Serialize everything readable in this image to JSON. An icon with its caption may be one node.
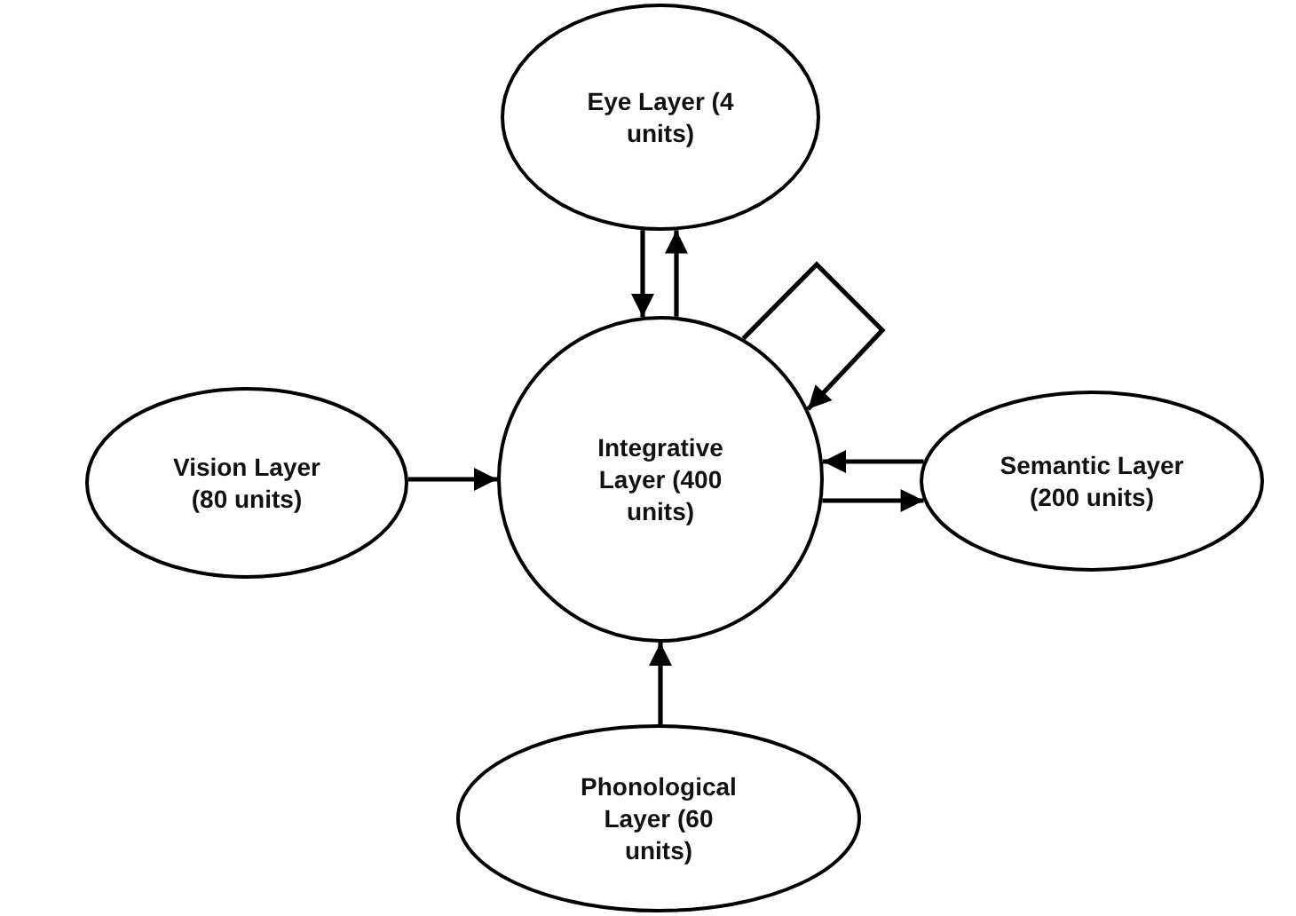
{
  "diagram": {
    "nodes": [
      {
        "text": [
          "Eye Layer (4 units)"
        ]
      },
      {
        "text": [
          "Vision Layer (80 units)"
        ]
      },
      {
        "text": [
          "Integrative Layer (400 units)"
        ]
      },
      {
        "text": [
          "Semantic Layer (200 units)"
        ]
      },
      {
        "text": [
          "Phonological Layer (60 units)"
        ]
      }
    ],
    "edges": [
      {
        "from": 0,
        "to": 2,
        "arrow": "to"
      },
      {
        "from": 2,
        "to": 0,
        "arrow": "to"
      },
      {
        "from": 2,
        "to": 2,
        "arrow": "to"
      },
      {
        "from": 1,
        "to": 2,
        "arrow": "to"
      },
      {
        "from": 3,
        "to": 2,
        "arrow": "to"
      },
      {
        "from": 2,
        "to": 3,
        "arrow": "to"
      },
      {
        "from": 4,
        "to": 2,
        "arrow": "to"
      }
    ]
  }
}
